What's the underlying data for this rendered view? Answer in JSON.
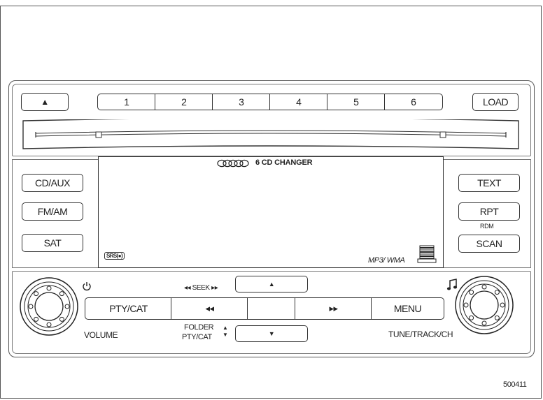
{
  "presets": [
    "1",
    "2",
    "3",
    "4",
    "5",
    "6"
  ],
  "buttons": {
    "eject": "▲",
    "load": "LOAD",
    "cd_aux": "CD/AUX",
    "fm_am": "FM/AM",
    "sat": "SAT",
    "text": "TEXT",
    "rpt": "RPT",
    "scan": "SCAN",
    "pty_cat": "PTY/CAT",
    "seek_back": "◂◂",
    "seek_forward": "▸▸",
    "menu": "MENU",
    "up": "▲",
    "down": "▼"
  },
  "labels": {
    "rdm": "RDM",
    "seek": "◂◂ SEEK ▸▸",
    "folder": "FOLDER",
    "folder_pty_cat": "PTY/CAT",
    "volume": "VOLUME",
    "tune": "TUNE/TRACK/CH",
    "figure_id": "500411"
  },
  "display": {
    "title": "6 CD CHANGER",
    "formats": "MP3/ WMA",
    "srs_logo": "SRS(●)"
  },
  "icons": {
    "power": "power-icon",
    "music": "music-note-icon",
    "cd_logo": "cd-logo-icon",
    "disc_stack": "disc-stack-icon"
  }
}
